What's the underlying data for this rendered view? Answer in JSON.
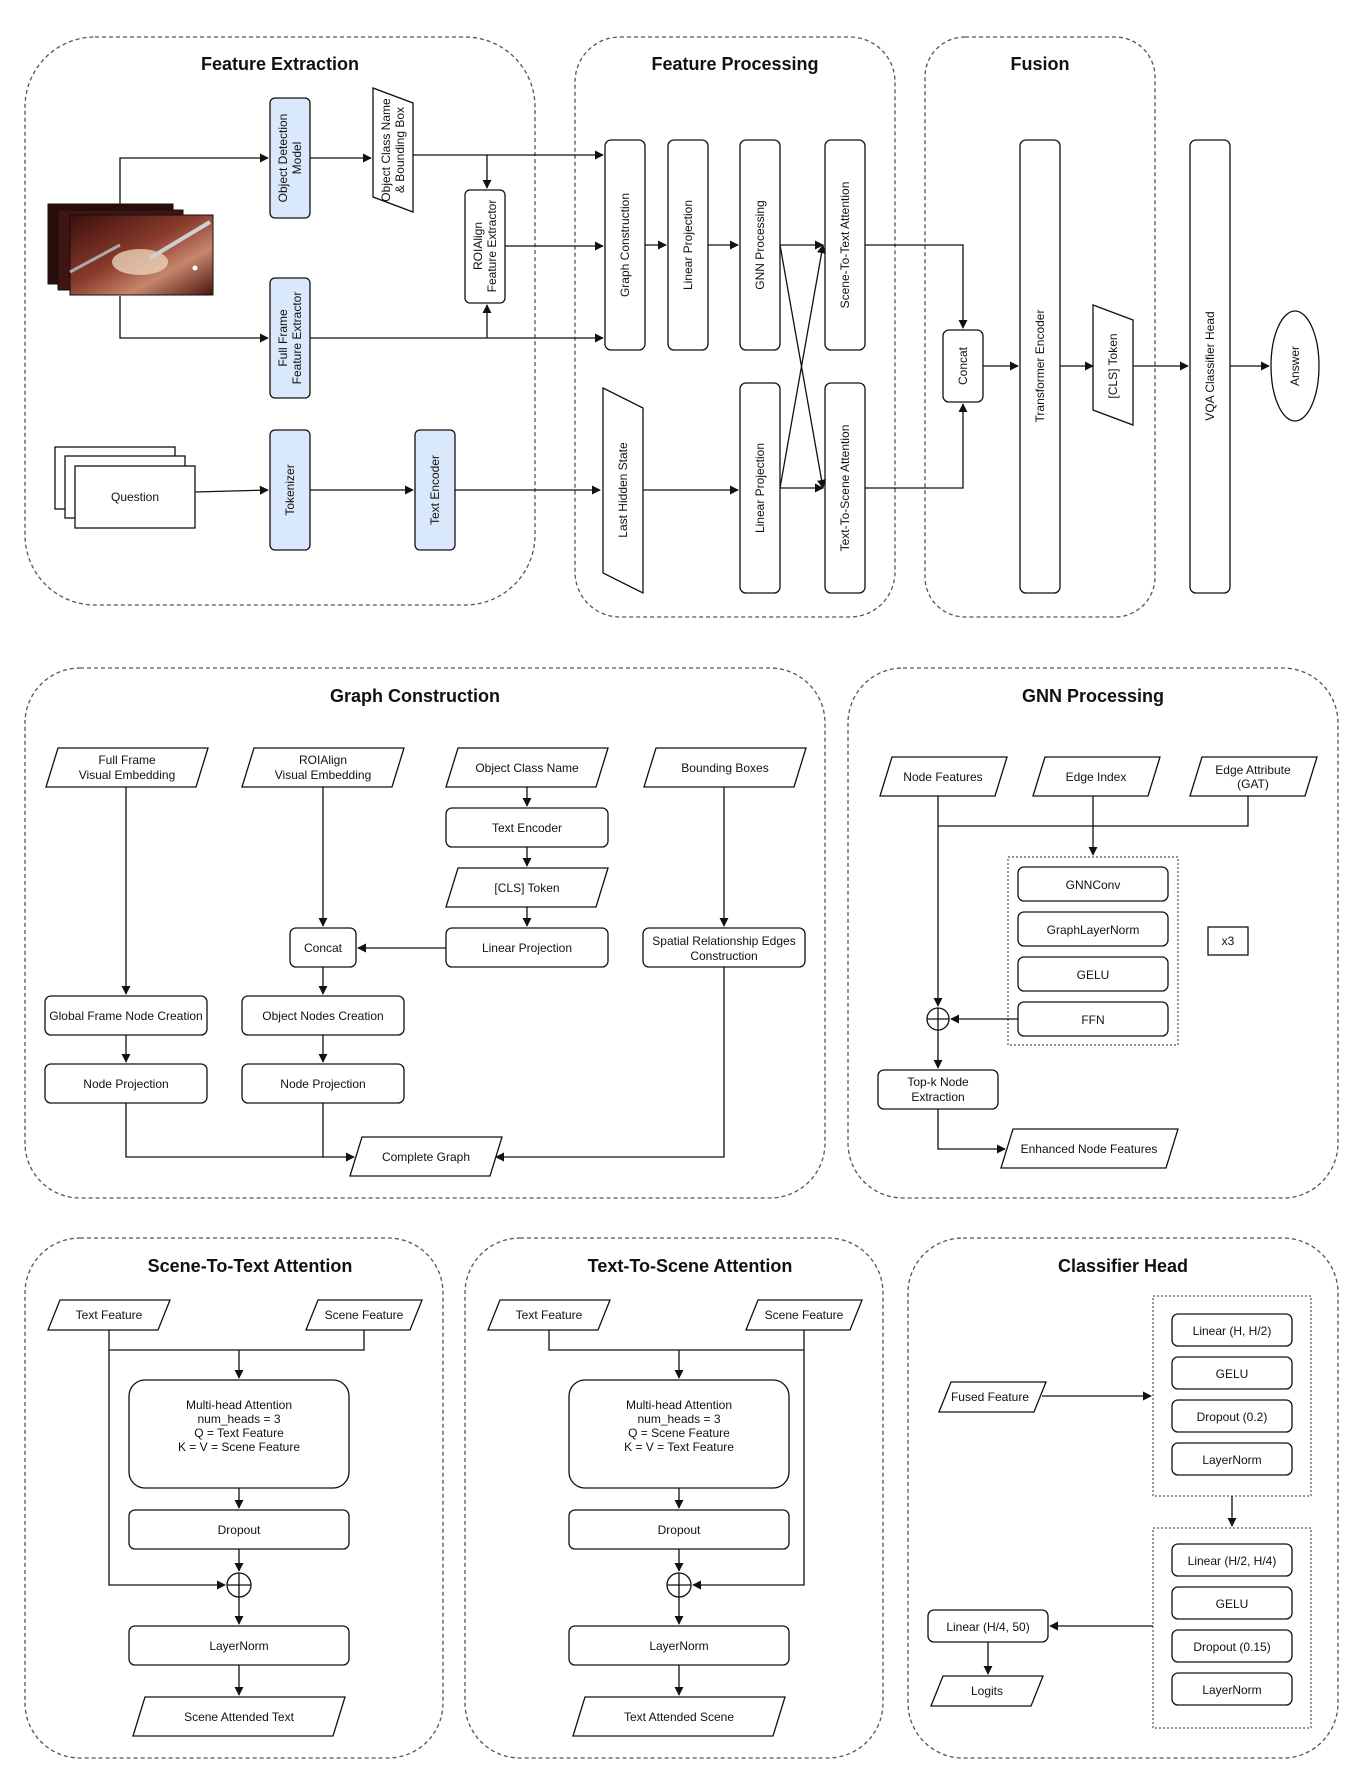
{
  "panels": {
    "feature_extraction": "Feature Extraction",
    "feature_processing": "Feature Processing",
    "fusion": "Fusion",
    "graph_construction": "Graph Construction",
    "gnn_processing": "GNN Processing",
    "scene_to_text": "Scene-To-Text Attention",
    "text_to_scene": "Text-To-Scene Attention",
    "classifier_head": "Classifier Head"
  },
  "feature_extraction": {
    "object_detection": [
      "Object Detection",
      "Model"
    ],
    "object_class_bbox": [
      "Object Class Name",
      "& Bounding Box"
    ],
    "roialign": [
      "ROIAlign",
      "Feature Extractor"
    ],
    "full_frame": [
      "Full Frame",
      "Feature Extractor"
    ],
    "question": "Question",
    "tokenizer": "Tokenizer",
    "text_encoder": "Text Encoder"
  },
  "feature_processing": {
    "graph_construction": "Graph Construction",
    "linear_projection_top": "Linear Projection",
    "gnn_processing": "GNN Processing",
    "scene_to_text": "Scene-To-Text Attention",
    "last_hidden_state": "Last Hidden State",
    "linear_projection_bottom": "Linear Projection",
    "text_to_scene": "Text-To-Scene Attention"
  },
  "fusion": {
    "concat": "Concat",
    "transformer_encoder": "Transformer Encoder",
    "cls_token": "[CLS] Token",
    "vqa_head": "VQA Classifier Head",
    "answer": "Answer"
  },
  "graph_construction": {
    "full_frame_embed": [
      "Full Frame",
      "Visual Embedding"
    ],
    "roialign_embed": [
      "ROIAlign",
      "Visual Embedding"
    ],
    "object_class_name": "Object Class Name",
    "bounding_boxes": "Bounding Boxes",
    "text_encoder": "Text Encoder",
    "cls_token": "[CLS] Token",
    "linear_projection": "Linear Projection",
    "concat": "Concat",
    "spatial_edges": [
      "Spatial Relationship Edges",
      "Construction"
    ],
    "global_node": "Global Frame Node Creation",
    "object_nodes": "Object Nodes Creation",
    "node_projection_1": "Node Projection",
    "node_projection_2": "Node Projection",
    "complete_graph": "Complete Graph"
  },
  "gnn": {
    "node_features": "Node Features",
    "edge_index": "Edge Index",
    "edge_attribute": [
      "Edge Attribute",
      "(GAT)"
    ],
    "gnnconv": "GNNConv",
    "graph_layernorm": "GraphLayerNorm",
    "gelu": "GELU",
    "ffn": "FFN",
    "repeat": "x3",
    "topk": [
      "Top-k Node",
      "Extraction"
    ],
    "enhanced": "Enhanced Node Features"
  },
  "s2t": {
    "text_feature": "Text Feature",
    "scene_feature": "Scene Feature",
    "mha": [
      "Multi-head Attention",
      "",
      "num_heads = 3",
      "Q = Text Feature",
      "K = V = Scene Feature"
    ],
    "dropout": "Dropout",
    "layernorm": "LayerNorm",
    "output": "Scene Attended Text"
  },
  "t2s": {
    "text_feature": "Text Feature",
    "scene_feature": "Scene Feature",
    "mha": [
      "Multi-head Attention",
      "",
      "num_heads = 3",
      "Q = Scene Feature",
      "K = V = Text Feature"
    ],
    "dropout": "Dropout",
    "layernorm": "LayerNorm",
    "output": "Text Attended Scene"
  },
  "classifier": {
    "fused_feature": "Fused Feature",
    "linear_1": "Linear (H, H/2)",
    "gelu_1": "GELU",
    "dropout_1": "Dropout (0.2)",
    "layernorm_1": "LayerNorm",
    "linear_2": "Linear (H/2, H/4)",
    "gelu_2": "GELU",
    "dropout_2": "Dropout (0.15)",
    "layernorm_2": "LayerNorm",
    "linear_out": "Linear (H/4, 50)",
    "logits": "Logits"
  },
  "colors": {
    "accent_fill": "#dae8fc",
    "stroke": "#111111",
    "frame_tissue": "#8a3a2c"
  }
}
